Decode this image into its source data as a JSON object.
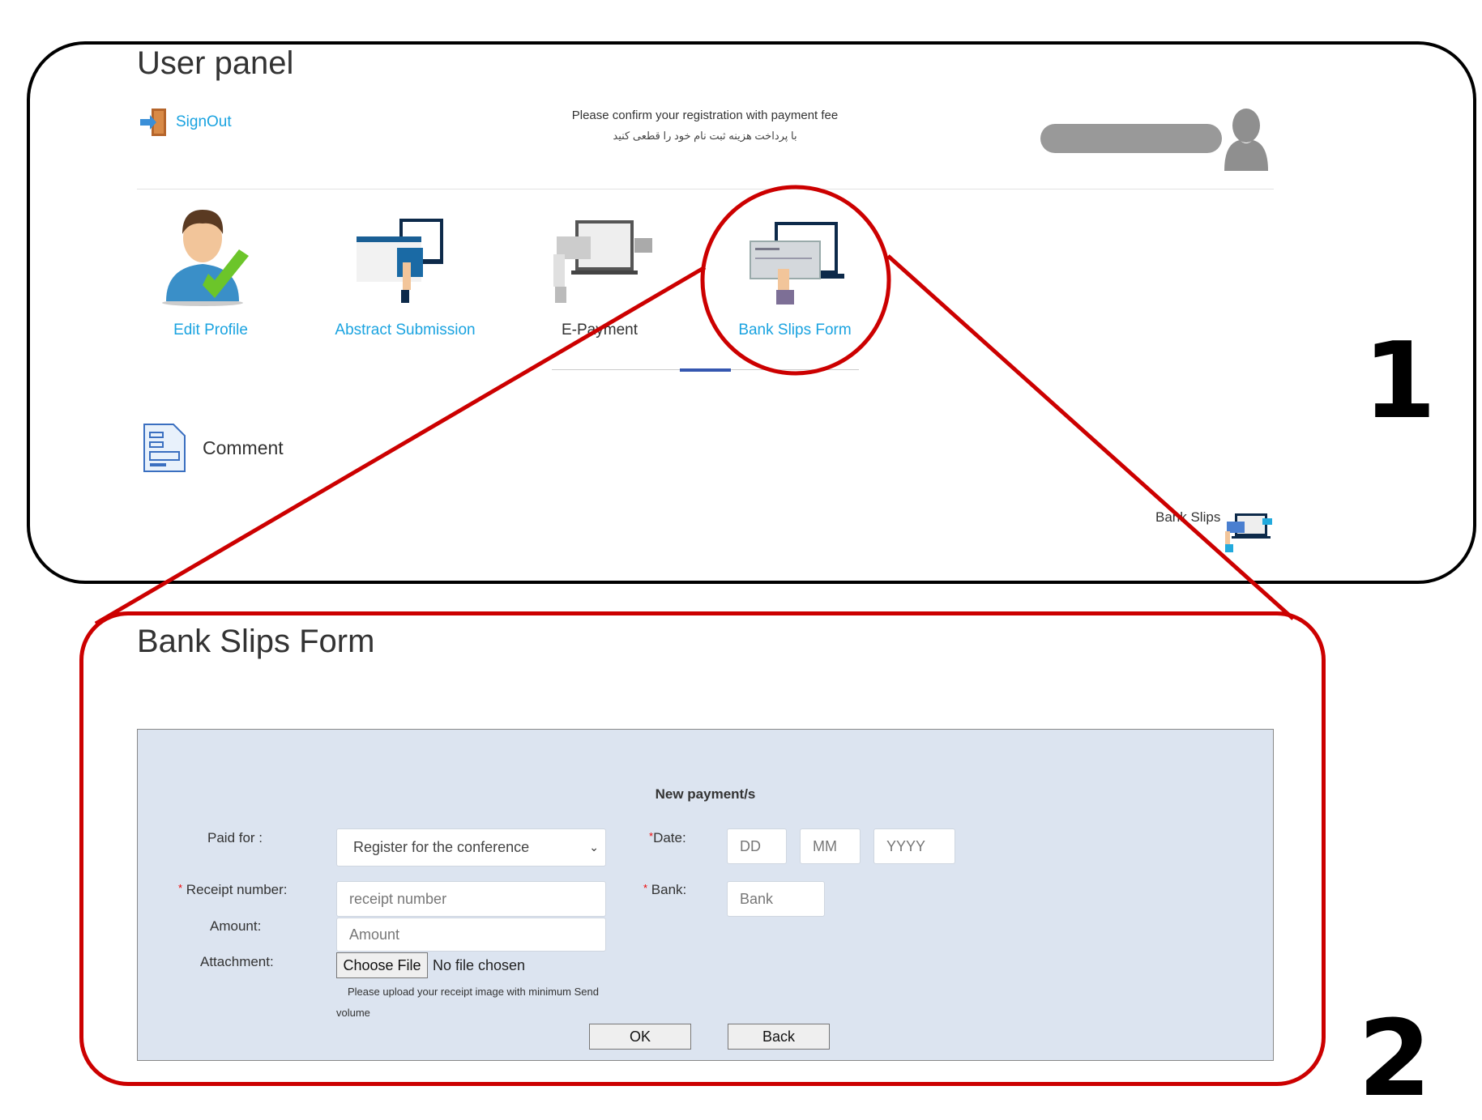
{
  "panel1": {
    "title": "User panel",
    "signout_label": "SignOut",
    "notice_en": "Please confirm your registration with payment fee",
    "notice_fa": "با پرداخت هزینه ثبت نام خود را قطعی کنید",
    "nav": [
      {
        "label": "Edit Profile",
        "icon": "edit-profile-icon"
      },
      {
        "label": "Abstract Submission",
        "icon": "abstract-submission-icon"
      },
      {
        "label": "E-Payment",
        "icon": "e-payment-icon"
      },
      {
        "label": "Bank Slips Form",
        "icon": "bank-slips-icon"
      }
    ],
    "comment_label": "Comment",
    "bank_slips_label": "Bank Slips",
    "callout_number": "1"
  },
  "panel2": {
    "title": "Bank Slips Form",
    "callout_number": "2",
    "form": {
      "heading": "New payment/s",
      "paid_for_label": "Paid for :",
      "paid_for_value": "Register for the conference",
      "date_label": "Date:",
      "date_placeholders": {
        "day": "DD",
        "month": "MM",
        "year": "YYYY"
      },
      "receipt_label": "Receipt number:",
      "receipt_placeholder": "receipt number",
      "bank_label": "Bank:",
      "bank_placeholder": "Bank",
      "amount_label": "Amount:",
      "amount_placeholder": "Amount",
      "attachment_label": "Attachment:",
      "choose_file_label": "Choose File",
      "no_file_text": "No file chosen",
      "upload_note_1": "Please upload your receipt image with minimum Send",
      "upload_note_2": "volume",
      "required_mark": "*",
      "ok_label": "OK",
      "back_label": "Back"
    }
  },
  "colors": {
    "link": "#1aa3e0",
    "callout": "#cc0000",
    "form_bg": "#dce4f0",
    "tab_active": "#3557b0"
  }
}
